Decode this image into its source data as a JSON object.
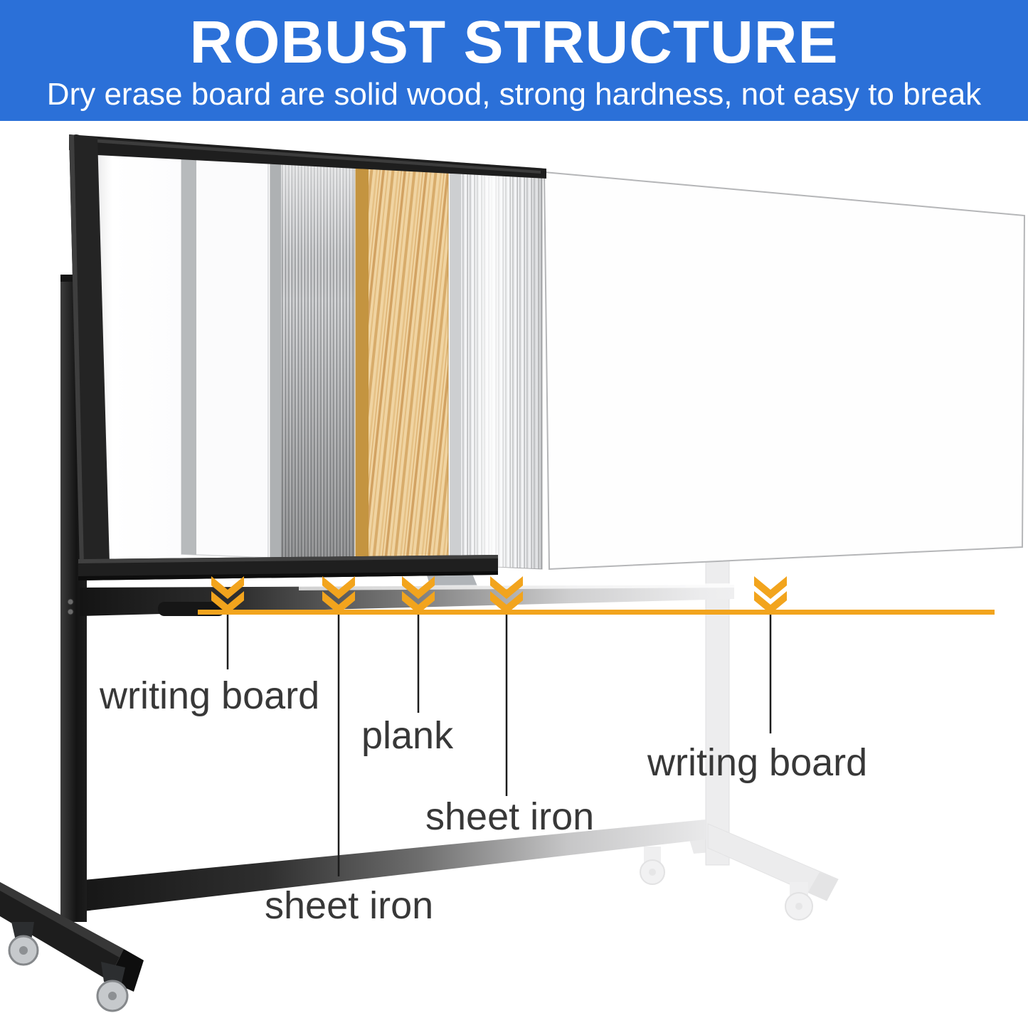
{
  "banner": {
    "title": "ROBUST STRUCTURE",
    "subtitle": "Dry erase board are solid wood, strong hardness, not easy to break",
    "bg_color": "#2B70D8",
    "text_color": "#FFFFFF"
  },
  "diagram": {
    "accent_color": "#F2A41D",
    "label_color": "#383838",
    "layer_names": [
      "writing board",
      "sheet iron",
      "plank",
      "sheet iron",
      "writing board"
    ],
    "labels": [
      {
        "id": "writing-board-left",
        "text": "writing board"
      },
      {
        "id": "plank",
        "text": "plank"
      },
      {
        "id": "sheet-iron-middle",
        "text": "sheet iron"
      },
      {
        "id": "sheet-iron-bottom",
        "text": "sheet iron"
      },
      {
        "id": "writing-board-right",
        "text": "writing board"
      }
    ]
  }
}
